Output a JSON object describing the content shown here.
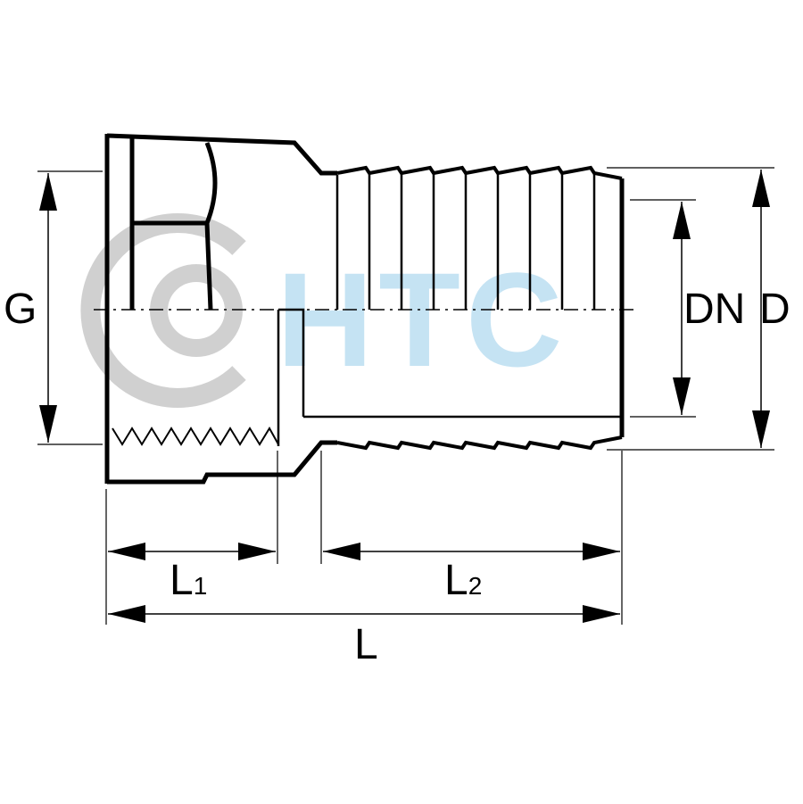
{
  "watermark": {
    "text": "HTC",
    "text_color": "#bfe0f2",
    "ring_color": "#c8c8c8"
  },
  "labels": {
    "G": "G",
    "DN": "DN",
    "D": "D",
    "L1_letter": "L",
    "L1_subscript": "1",
    "L2_letter": "L",
    "L2_subscript": "2",
    "L": "L"
  },
  "colors": {
    "line": "#000000",
    "background": "#ffffff"
  }
}
